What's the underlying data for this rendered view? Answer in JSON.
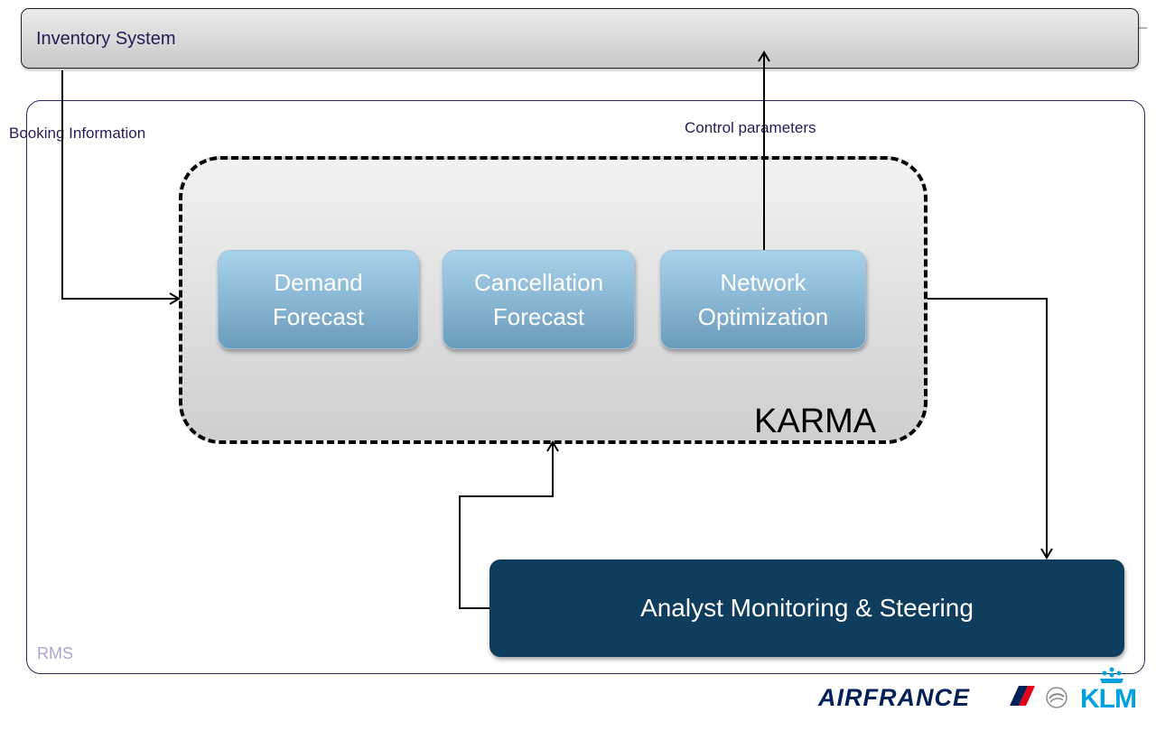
{
  "inventory": {
    "label": "Inventory System"
  },
  "rms": {
    "label": "RMS"
  },
  "karma": {
    "label": "KARMA",
    "modules": [
      {
        "line1": "Demand",
        "line2": "Forecast"
      },
      {
        "line1": "Cancellation",
        "line2": "Forecast"
      },
      {
        "line1": "Network",
        "line2": "Optimization"
      }
    ]
  },
  "analyst": {
    "label": "Analyst Monitoring & Steering"
  },
  "flows": {
    "booking": "Booking Information",
    "control": "Control parameters"
  },
  "logos": {
    "airfrance": "AIRFRANCE",
    "klm": "KLM"
  },
  "colors": {
    "analyst_bg": "#0e3d5e",
    "module_gradient_top": "#a9d3ec",
    "module_gradient_bottom": "#6a9bbb",
    "airfrance_blue": "#002157",
    "airfrance_red": "#e2001a",
    "klm_blue": "#00a1de"
  }
}
